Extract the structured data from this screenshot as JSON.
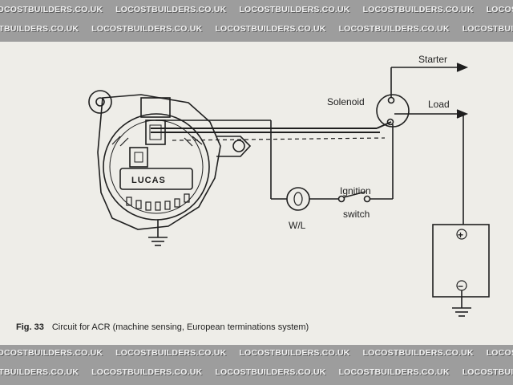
{
  "watermark": "LOCOSTBUILDERS.CO.UK",
  "labels": {
    "starter": "Starter",
    "solenoid": "Solenoid",
    "load": "Load",
    "ignition": "Ignition",
    "switch": "switch",
    "warning_lamp": "W/L",
    "alternator_brand": "LUCAS",
    "battery_plus": "+",
    "battery_minus": "−"
  },
  "caption": {
    "fig": "Fig. 33",
    "text": "Circuit for ACR (machine sensing, European terminations system)"
  },
  "colors": {
    "ink": "#1f1f1f",
    "paper": "#eeede8",
    "watermark_band": "#9d9d9d"
  }
}
